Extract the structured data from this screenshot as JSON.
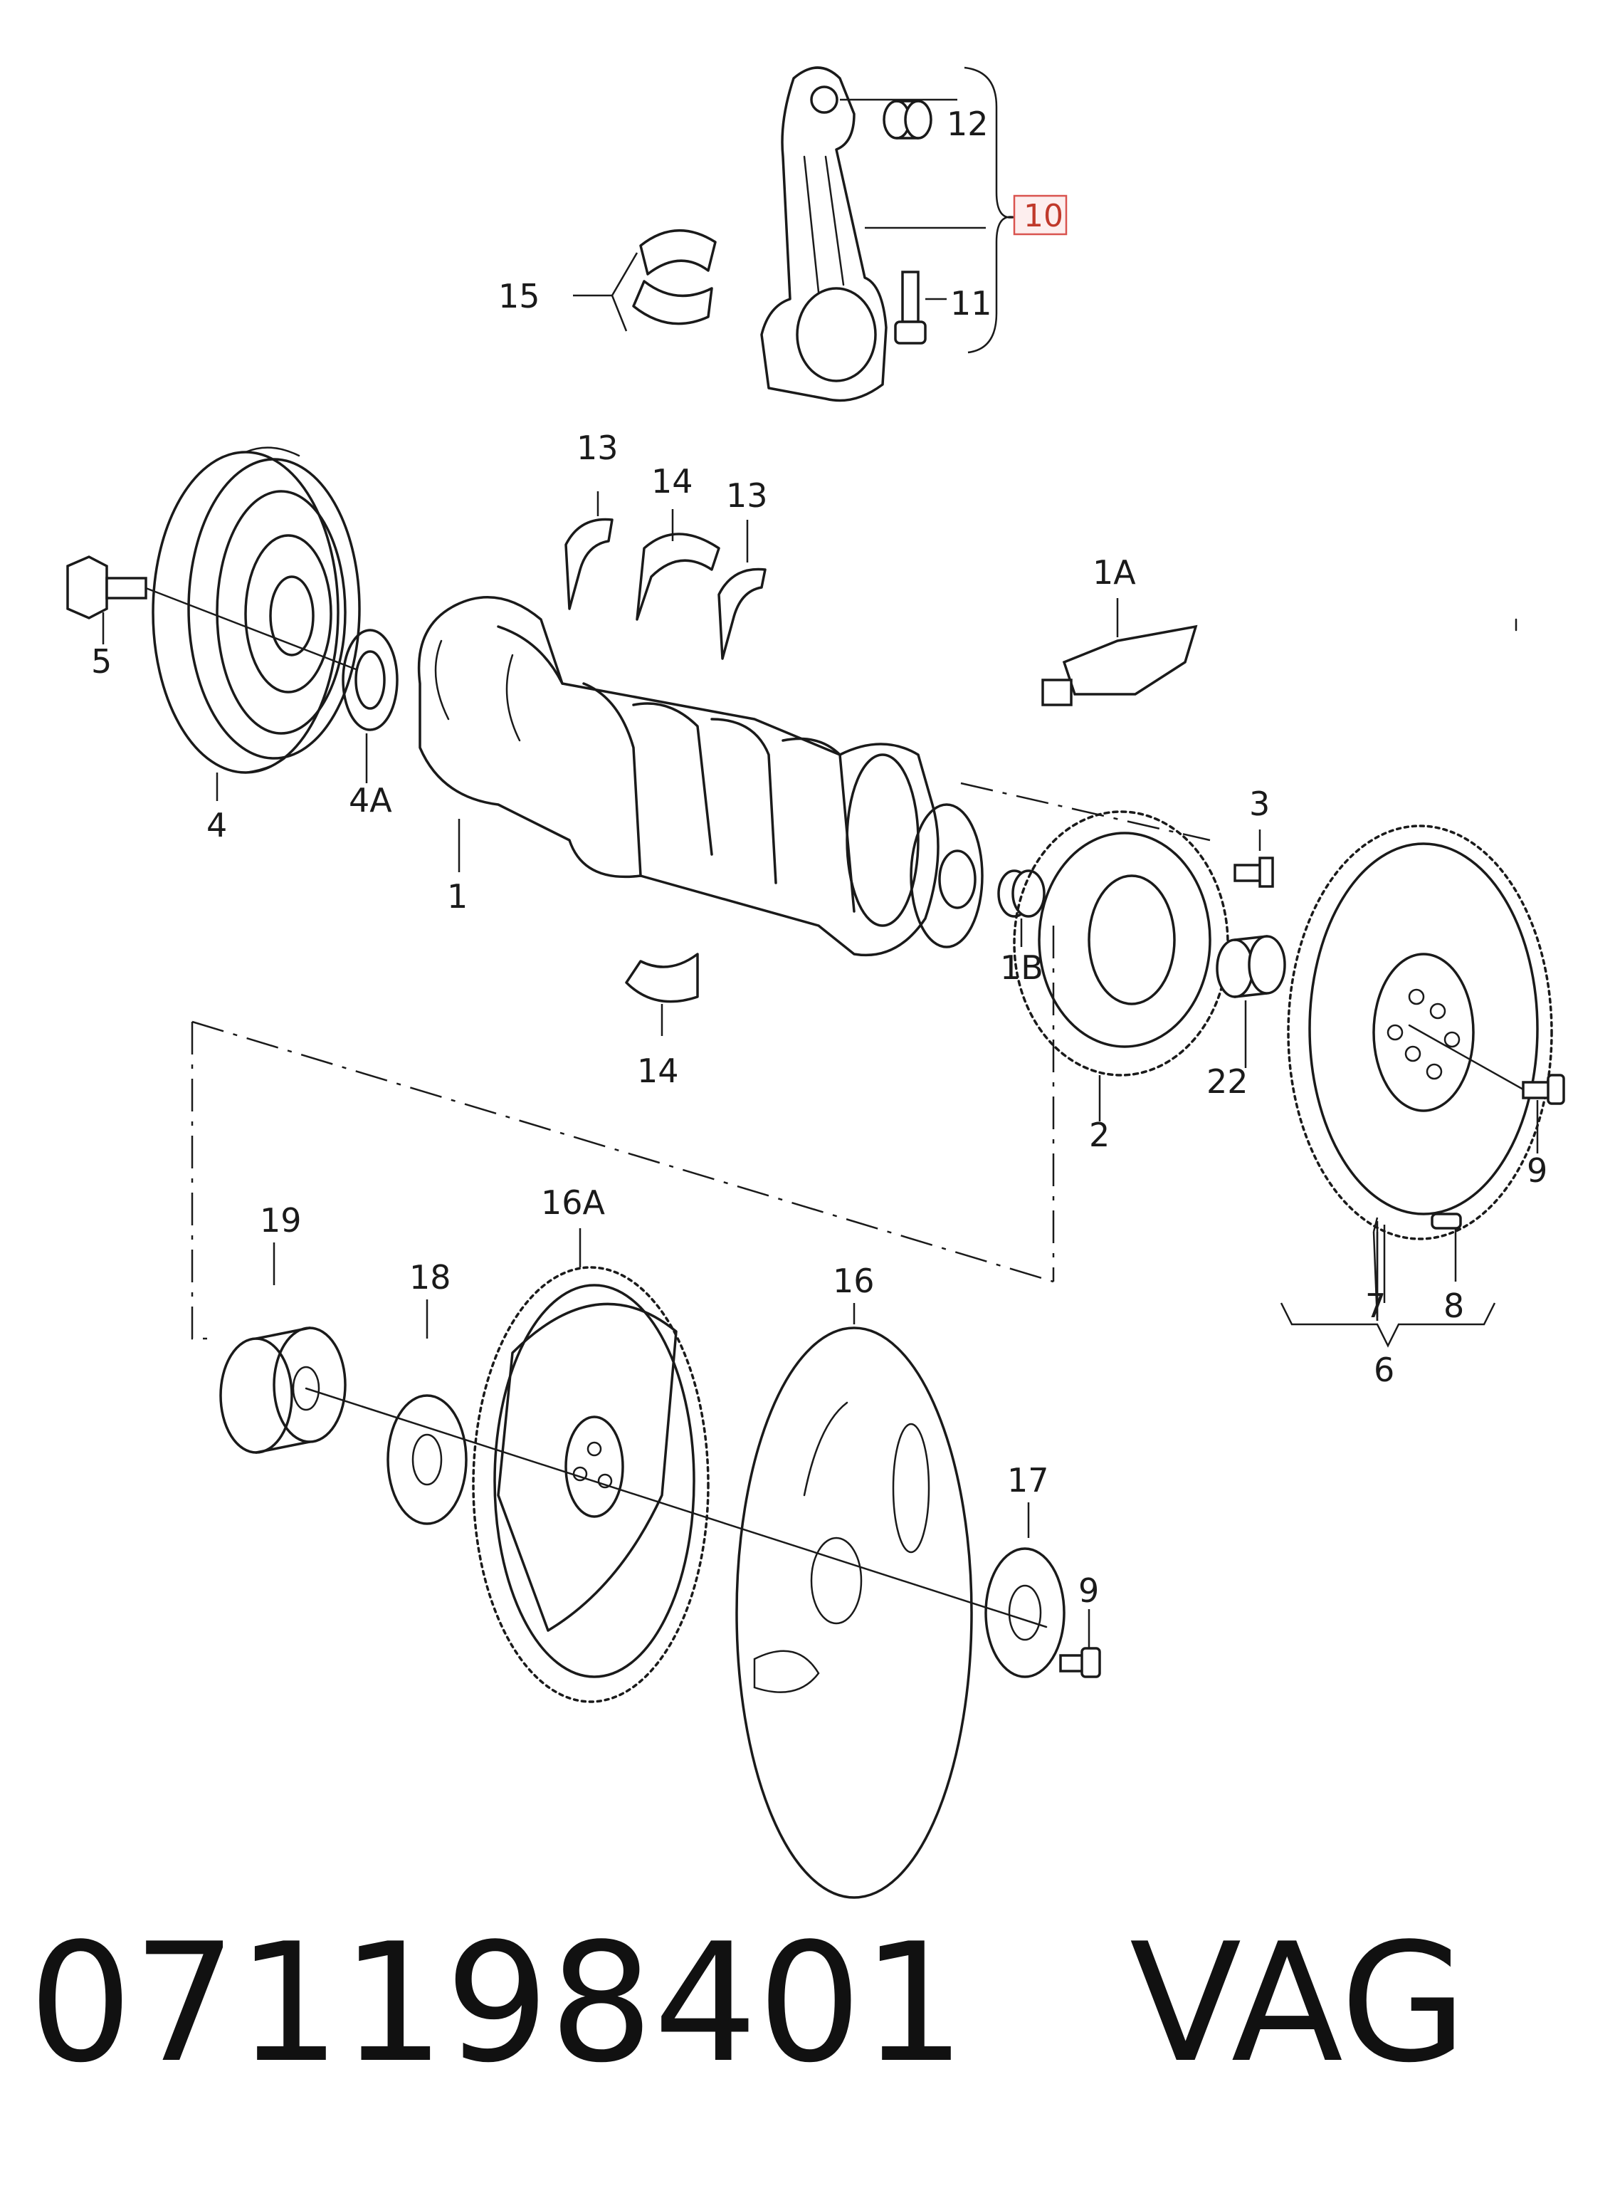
{
  "diagram": {
    "callouts": {
      "c1": "1",
      "c1a": "1A",
      "c1b": "1B",
      "c2": "2",
      "c3": "3",
      "c4": "4",
      "c4a": "4A",
      "c5": "5",
      "c6": "6",
      "c7": "7",
      "c8": "8",
      "c9a": "9",
      "c9b": "9",
      "c10": "10",
      "c11": "11",
      "c12": "12",
      "c13a": "13",
      "c13b": "13",
      "c14a": "14",
      "c14b": "14",
      "c15": "15",
      "c16": "16",
      "c16a": "16A",
      "c17": "17",
      "c18": "18",
      "c19": "19",
      "c22": "22"
    },
    "highlight_color": "#d9534f"
  },
  "footer": {
    "part_number": "071198401",
    "brand": "VAG"
  }
}
